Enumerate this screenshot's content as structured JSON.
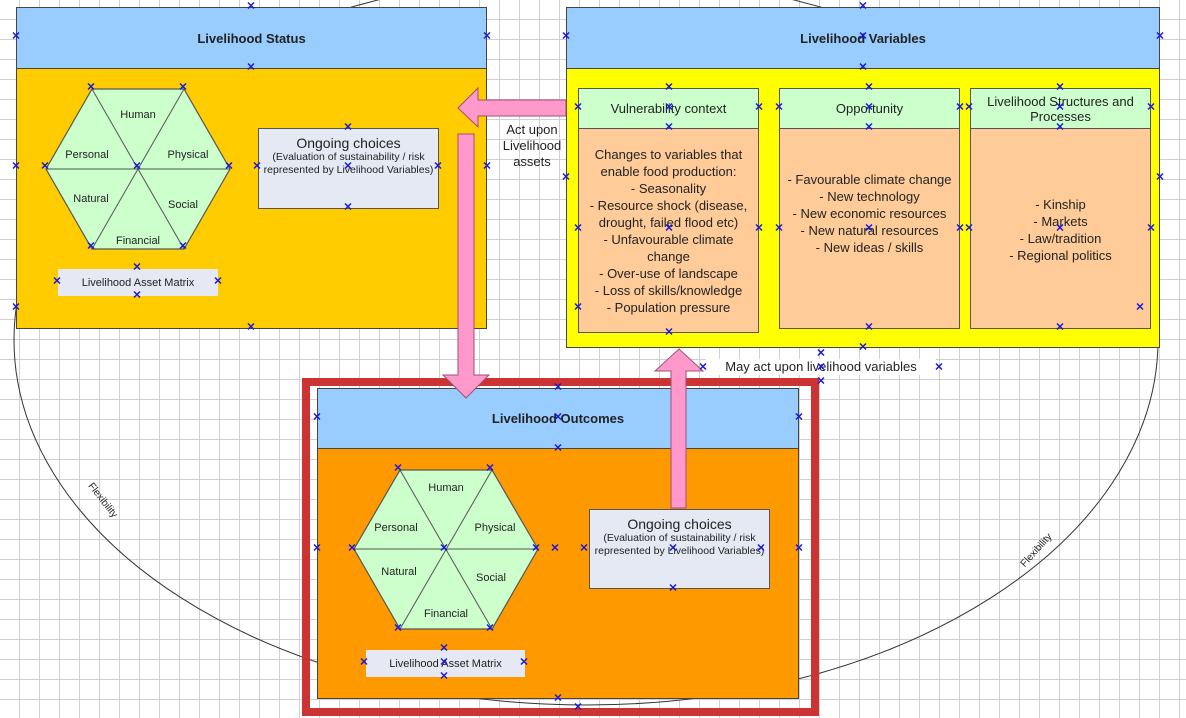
{
  "diagram": {
    "colors": {
      "header_blue": "#99ccff",
      "status_body": "#ffcc00",
      "variables_body": "#ffff00",
      "outcomes_body": "#ff9900",
      "subcol_header": "#ccffcc",
      "subcol_body": "#ffcc99",
      "arrow_pink": "#ff99cc",
      "selection_red": "#cc3333",
      "hex_fill": "#ccffcc",
      "handle_blue": "#1a1ad6"
    },
    "livelihood_status": {
      "title": "Livelihood Status",
      "asset_matrix": {
        "label": "Livelihood Asset Matrix",
        "segments": [
          "Human",
          "Physical",
          "Social",
          "Financial",
          "Natural",
          "Personal"
        ]
      },
      "ongoing_choices": {
        "title": "Ongoing choices",
        "subtitle": "(Evaluation of sustainability / risk represented by Livelihood Variables)"
      }
    },
    "livelihood_variables": {
      "title": "Livelihood Variables",
      "columns": [
        {
          "heading": "Vulnerability context",
          "lines": [
            "Changes to variables that enable food production:",
            "- Seasonality",
            "- Resource shock (disease, drought, failed flood etc)",
            "- Unfavourable climate change",
            "- Over-use of landscape",
            "- Loss of skills/knowledge",
            "- Population pressure"
          ]
        },
        {
          "heading": "Opportunity",
          "lines": [
            "- Favourable climate change",
            "- New technology",
            "- New economic resources",
            "- New natural resources",
            "- New ideas / skills"
          ]
        },
        {
          "heading": "Livelihood Structures and Processes",
          "lines": [
            "- Kinship",
            "- Markets",
            "- Law/tradition",
            "- Regional politics"
          ]
        }
      ]
    },
    "livelihood_outcomes": {
      "title": "Livelihood Outcomes",
      "asset_matrix": {
        "label": "Livelihood Asset Matrix",
        "segments": [
          "Human",
          "Physical",
          "Social",
          "Financial",
          "Natural",
          "Personal"
        ]
      },
      "ongoing_choices": {
        "title": "Ongoing choices",
        "subtitle": "(Evaluation of sustainability / risk represented by Livelihood Variables)"
      }
    },
    "connectors": {
      "act_upon_assets": "Act upon Livelihood assets",
      "may_act_upon_variables": "May act upon livelihood variables",
      "flexibility_left": "Flexibility",
      "flexibility_right": "Flexibility"
    }
  }
}
